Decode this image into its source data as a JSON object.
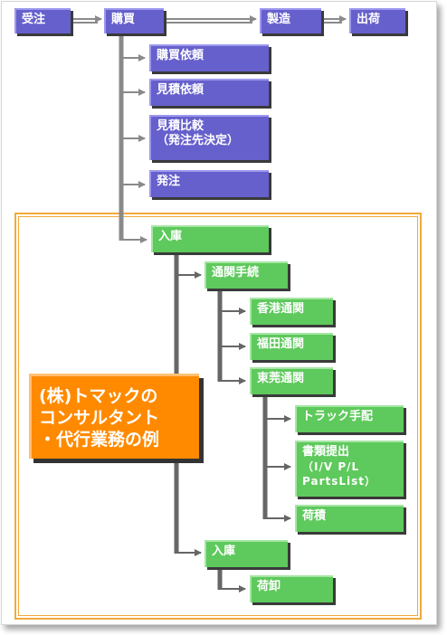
{
  "flow": {
    "top": [
      "受注",
      "購買",
      "製造",
      "出荷"
    ],
    "purchasing": [
      "購買依頼",
      "見積依頼",
      "見積比較",
      "（発注先決定）",
      "発注"
    ],
    "receipt": "入庫",
    "customs": "通関手続",
    "ports": [
      "香港通関",
      "福田通関",
      "東莞通関"
    ],
    "dongguan_tasks": [
      "トラック手配",
      "書類提出",
      "（I/V P/L",
      "PartsList）",
      "荷積"
    ],
    "final_receipt": "入庫",
    "unloading": "荷卸"
  },
  "callout": {
    "lines": [
      "(株)トマックの",
      "コンサルタント",
      "・代行業務の例"
    ]
  },
  "colors": {
    "blue_box": "#6660cc",
    "green_box": "#5ec95c",
    "orange_callout": "#ff8a00",
    "orange_frame": "#f2a93a",
    "connector_gray": "#8a8a8a",
    "connector_dark": "#666666"
  }
}
